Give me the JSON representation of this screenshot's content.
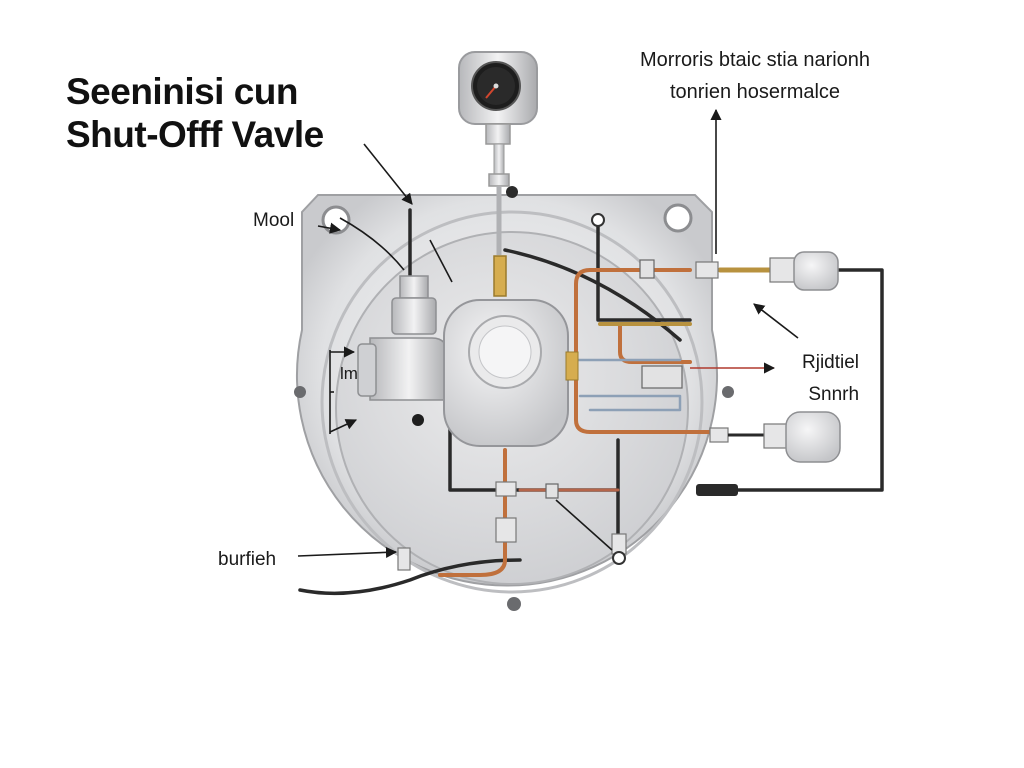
{
  "title": {
    "line1": "Seeninisi cun",
    "line2": "Shut-Offf Vavle"
  },
  "labels": {
    "top_right_line1": "Morroris btaic stia narionh",
    "top_right_line2": "tonrien hosermalce",
    "mool": "Mool",
    "right_line1": "Rjidtiel",
    "right_line2": "Snnrh",
    "bottom_left": "burfieh",
    "valve_side": "lm"
  },
  "icons": [
    "pressure-gauge-icon",
    "valve-body-icon",
    "pipe-connector-icon"
  ],
  "colors": {
    "pipe_copper": "#c0703c",
    "pipe_brass": "#b8923f",
    "pipe_dark": "#2a2a2a",
    "housing": "#e4e5e7"
  }
}
